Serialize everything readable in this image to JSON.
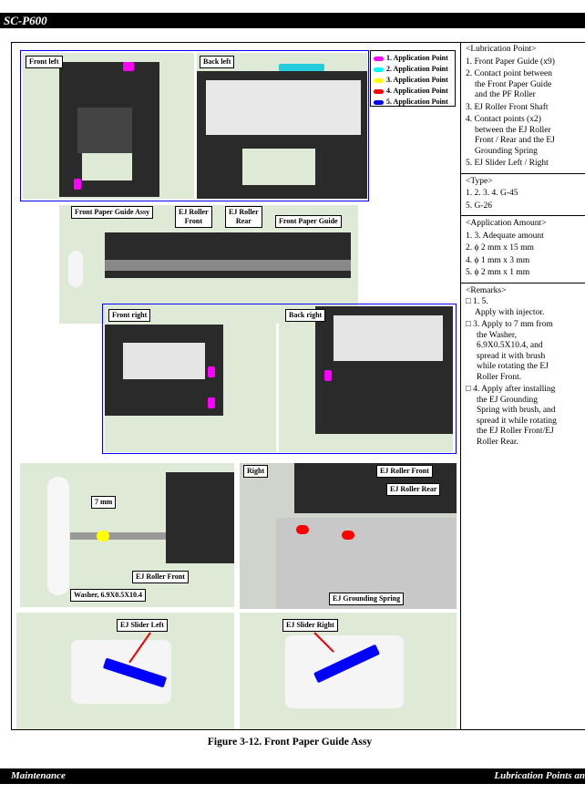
{
  "header": {
    "title": "SC-P600"
  },
  "footer": {
    "left": "Maintenance",
    "right": "Lubrication Points an"
  },
  "figure": {
    "caption": "Figure 3-12.  Front Paper Guide Assy",
    "labels": {
      "front_left": "Front left",
      "back_left": "Back left",
      "front_right": "Front right",
      "back_right": "Back right",
      "assy": "Front Paper Guide Assy",
      "ej_front_1": "EJ Roller",
      "ej_front_2": "Front",
      "ej_rear_1": "EJ Roller",
      "ej_rear_2": "Rear",
      "front_paper_guide": "Front Paper Guide",
      "dim": "7 mm",
      "ej_roller_front": "EJ Roller Front",
      "washer": "Washer, 6.9X0.5X10.4",
      "right": "Right",
      "ej_roller_front_r": "EJ Roller Front",
      "ej_roller_rear_r": "EJ Roller Rear",
      "grounding": "EJ Grounding Spring",
      "slider_left": "EJ Slider Left",
      "slider_right": "EJ Slider Right"
    },
    "legend": [
      {
        "label": "1. Application Point",
        "color": "#ff00ff"
      },
      {
        "label": "2. Application Point",
        "color": "#00ffff"
      },
      {
        "label": "3. Application Point",
        "color": "#ffff00"
      },
      {
        "label": "4. Application Point",
        "color": "#ff0000"
      },
      {
        "label": "5. Application Point",
        "color": "#0000ff"
      }
    ]
  },
  "side": {
    "lubrication": {
      "title": "<Lubrication Point>",
      "items": [
        "1. Front Paper Guide (x9)",
        "2. Contact point between",
        "the Front Paper Guide",
        "and the PF Roller",
        "3. EJ Roller Front Shaft",
        "4. Contact points (x2)",
        "between the EJ Roller",
        "Front / Rear and the EJ",
        "Grounding Spring",
        "5. EJ Slider Left / Right"
      ]
    },
    "type": {
      "title": "<Type>",
      "items": [
        "1. 2. 3. 4. G-45",
        "5. G-26"
      ]
    },
    "amount": {
      "title": "<Application Amount>",
      "items": [
        "1. 3. Adequate amount",
        "2. ϕ 2 mm x 15 mm",
        "4. ϕ 1 mm x 3 mm",
        "5. ϕ 2 mm x 1 mm"
      ]
    },
    "remarks": {
      "title": "<Remarks>",
      "items": [
        "□ 1. 5.",
        "Apply with injector.",
        "□ 3. Apply to 7 mm from",
        "the Washer,",
        "6.9X0.5X10.4, and",
        "spread it with brush",
        "while rotating the EJ",
        "Roller Front.",
        "□ 4. Apply after installing",
        "the EJ Grounding",
        "Spring with brush, and",
        "spread it while rotating",
        "the EJ Roller Front/EJ",
        "Roller Rear."
      ]
    }
  }
}
